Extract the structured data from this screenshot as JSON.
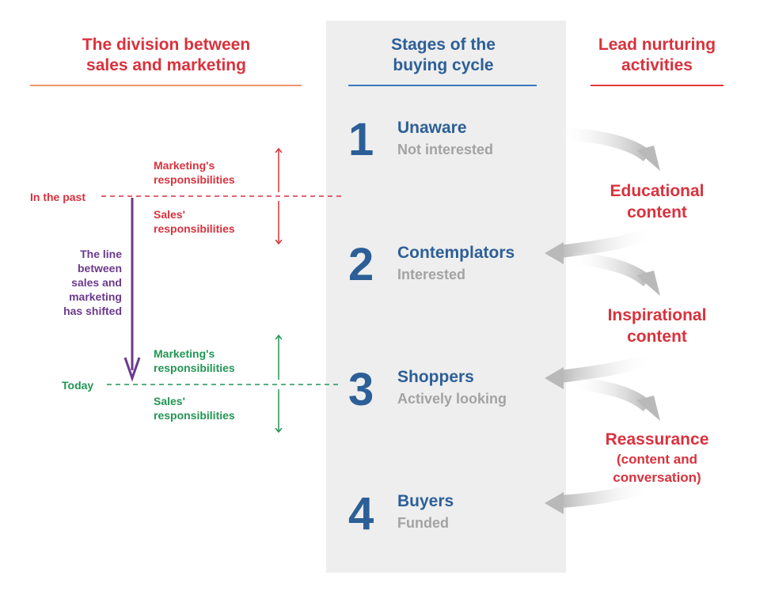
{
  "headers": {
    "left": [
      "The division between",
      "sales and marketing"
    ],
    "middle": [
      "Stages of the",
      "buying cycle"
    ],
    "right": [
      "Lead nurturing",
      "activities"
    ]
  },
  "past": {
    "label": "In the past",
    "marketing": [
      "Marketing's",
      "responsibilities"
    ],
    "sales": [
      "Sales'",
      "responsibilities"
    ]
  },
  "shift_note": [
    "The line",
    "between",
    "sales and",
    "marketing",
    "has shifted"
  ],
  "today": {
    "label": "Today",
    "marketing": [
      "Marketing's",
      "responsibilities"
    ],
    "sales": [
      "Sales'",
      "responsibilities"
    ]
  },
  "stages": [
    {
      "number": "1",
      "name": "Unaware",
      "sub": "Not interested"
    },
    {
      "number": "2",
      "name": "Contemplators",
      "sub": "Interested"
    },
    {
      "number": "3",
      "name": "Shoppers",
      "sub": "Actively looking"
    },
    {
      "number": "4",
      "name": "Buyers",
      "sub": "Funded"
    }
  ],
  "activities": [
    {
      "lines": [
        "Educational",
        "content"
      ]
    },
    {
      "lines": [
        "Inspirational",
        "content"
      ]
    },
    {
      "lines": [
        "Reassurance"
      ],
      "sub": [
        "(content and",
        "conversation)"
      ]
    }
  ],
  "colors": {
    "red": "#d9323d",
    "blue": "#2c5f97",
    "green": "#229654",
    "purple": "#6b3a8c",
    "gray": "#a3a3a3",
    "panel": "#eeeeee",
    "orange_rule": "#f0956a"
  }
}
